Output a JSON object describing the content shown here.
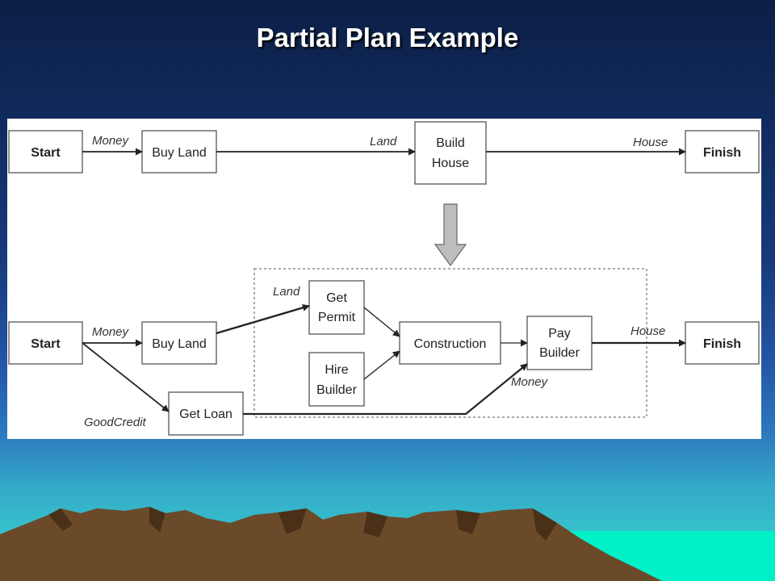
{
  "title": "Partial Plan Example",
  "colors": {
    "background_top": "#0c1f46",
    "background_bottom": "#3ed3c8",
    "mountains": "#6b4a2a",
    "sea": "#00f0c8"
  },
  "top_plan": {
    "nodes": {
      "start": "Start",
      "buy_land": "Buy Land",
      "build_house_l1": "Build",
      "build_house_l2": "House",
      "finish": "Finish"
    },
    "edge_labels": {
      "money": "Money",
      "land": "Land",
      "house": "House"
    }
  },
  "bottom_plan": {
    "nodes": {
      "start": "Start",
      "buy_land": "Buy Land",
      "get_permit_l1": "Get",
      "get_permit_l2": "Permit",
      "hire_builder_l1": "Hire",
      "hire_builder_l2": "Builder",
      "construction": "Construction",
      "pay_builder_l1": "Pay",
      "pay_builder_l2": "Builder",
      "get_loan": "Get Loan",
      "finish": "Finish"
    },
    "edge_labels": {
      "money_start": "Money",
      "land": "Land",
      "house": "House",
      "money_loan": "Money",
      "good_credit": "GoodCredit"
    }
  }
}
